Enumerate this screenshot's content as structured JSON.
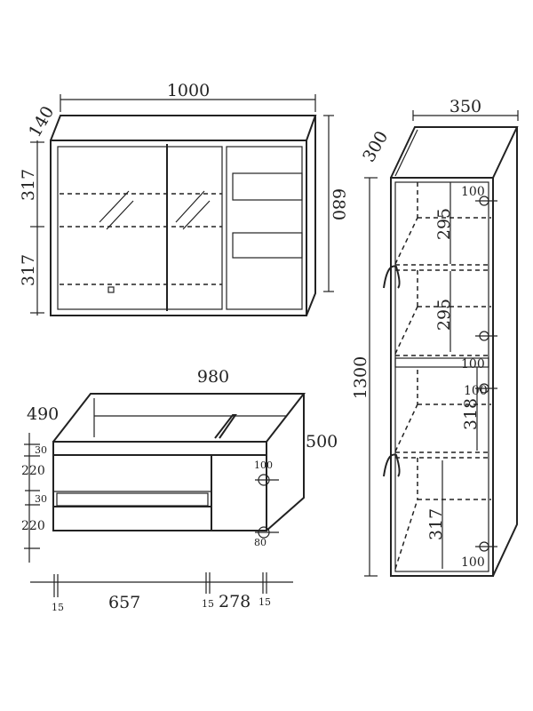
{
  "mirror_cabinet": {
    "width": "1000",
    "depth": "140",
    "height": "680",
    "upper_section": "317",
    "lower_section": "317"
  },
  "base_cabinet": {
    "width": "980",
    "depth": "490",
    "height": "500",
    "top_rail": "30",
    "drawer_1": "220",
    "mid_rail": "30",
    "drawer_2": "220",
    "hole_upper": "100",
    "hole_lower": "80",
    "side_left": "15",
    "drawer_width": "657",
    "side_mid": "15",
    "door_width": "278",
    "side_right": "15"
  },
  "tall_cabinet": {
    "width": "350",
    "depth": "300",
    "height": "1300",
    "hole_1": "100",
    "compartment_1": "295",
    "compartment_2": "295",
    "hole_2": "100",
    "shelf_gap": "100",
    "compartment_3": "318",
    "compartment_4": "317",
    "hole_3": "100"
  }
}
